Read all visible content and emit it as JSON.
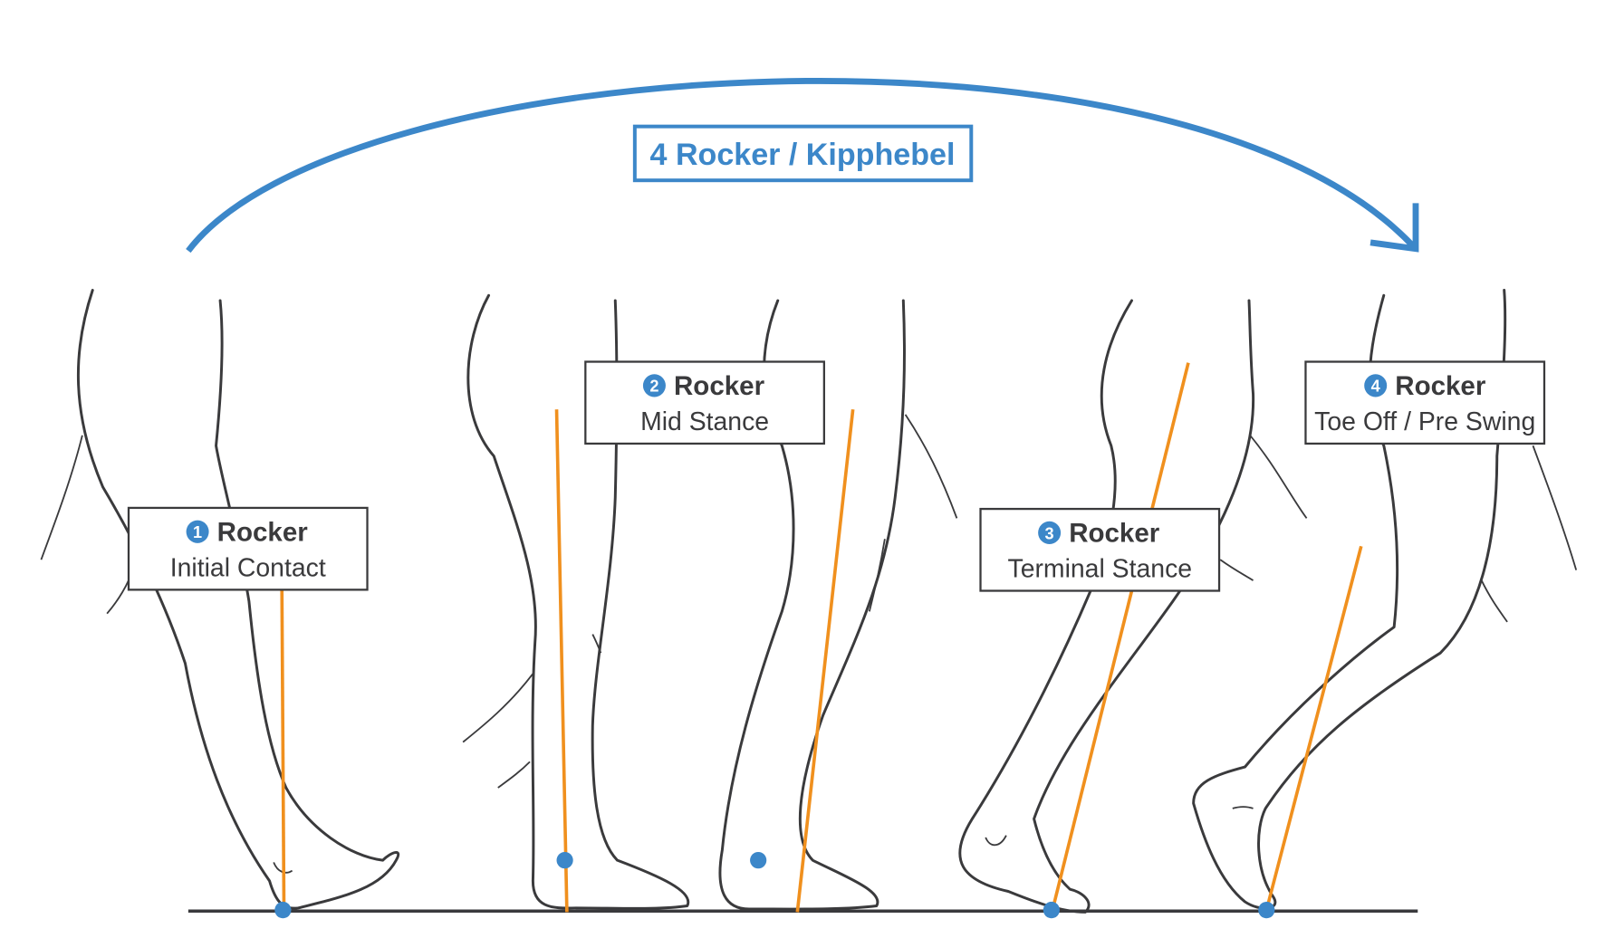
{
  "title": "4 Rocker / Kipphebel",
  "colors": {
    "accent": "#3c87c9",
    "axis_line": "#f0901e",
    "outline": "#3a3a3c"
  },
  "rockers": [
    {
      "number": "1",
      "label": "Rocker",
      "phase": "Initial Contact"
    },
    {
      "number": "2",
      "label": "Rocker",
      "phase": "Mid Stance"
    },
    {
      "number": "3",
      "label": "Rocker",
      "phase": "Terminal Stance"
    },
    {
      "number": "4",
      "label": "Rocker",
      "phase": "Toe Off / Pre Swing"
    }
  ]
}
